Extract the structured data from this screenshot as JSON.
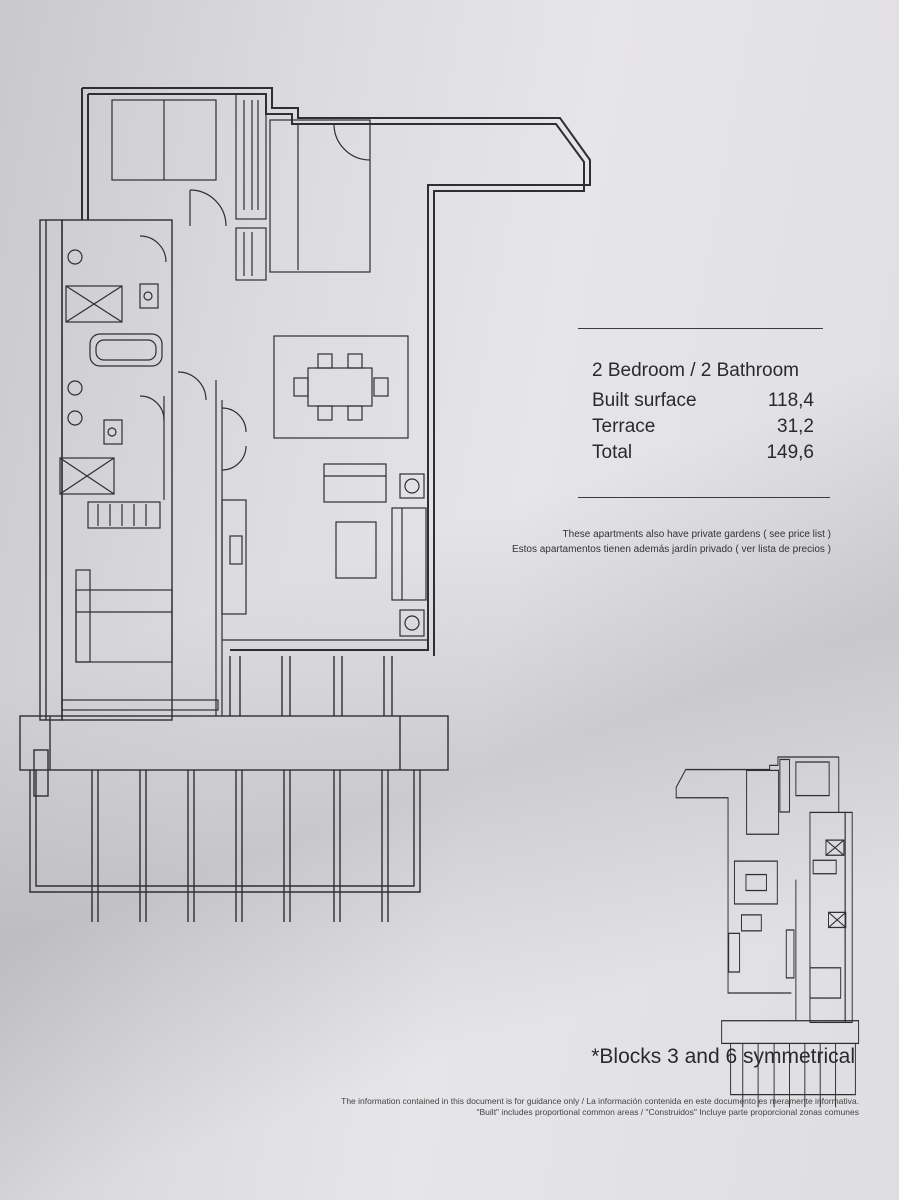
{
  "summary": {
    "title": "2 Bedroom / 2 Bathroom",
    "rows": [
      {
        "label": "Built surface",
        "value": "118,4"
      },
      {
        "label": "Terrace",
        "value": "31,2"
      },
      {
        "label": "Total",
        "value": "149,6"
      }
    ]
  },
  "notes": {
    "gardens_en": "These apartments also have private gardens ( see price list )",
    "gardens_es": "Estos apartamentos tienen además jardín privado ( ver lista de precios )"
  },
  "symmetry_note": "*Blocks 3 and 6 symmetrical",
  "disclaimer": {
    "line1": "The information contained in this document is for guidance only / La información contenida en este documento es meramente informativa.",
    "line2": "\"Built\" includes proportional common areas / \"Construidos\" Incluye parte proporcional zonas comunes"
  }
}
